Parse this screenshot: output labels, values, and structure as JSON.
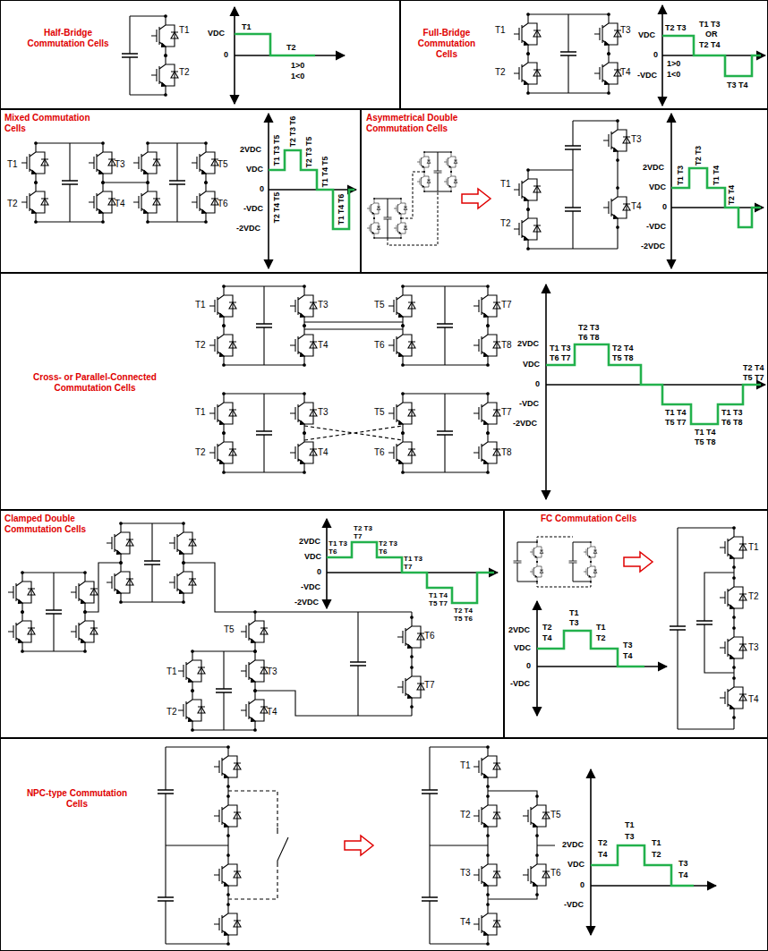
{
  "diagram": {
    "nodes": [
      {
        "text": [
          "Half-Bridge Commutation Cells"
        ]
      },
      {
        "text": [
          "Full-Bridge Commutation Cells"
        ]
      },
      {
        "text": [
          "Mixed Commutation Cells"
        ]
      },
      {
        "text": [
          "Asymmetrical Double Commutation Cells"
        ]
      },
      {
        "text": [
          "Cross- or Parallel-Connected Commutation Cells"
        ]
      },
      {
        "text": [
          "Clamped Double Commutation Cells"
        ]
      },
      {
        "text": [
          "FC Commutation Cells"
        ]
      },
      {
        "text": [
          "NPC-type Commutation Cells"
        ]
      }
    ],
    "labels": [
      "T1",
      "T2",
      "VDC",
      "0",
      "T1",
      "T2",
      "1>0",
      "1<0",
      "T1",
      "T2",
      "T3",
      "T4",
      "VDC",
      "0",
      "-VDC",
      "T2 T3",
      "T1 T3",
      "OR",
      "T2 T4",
      "T3 T4",
      "1>0",
      "1<0",
      "T1",
      "T2",
      "T3",
      "T4",
      "T5",
      "T6",
      "2VDC",
      "VDC",
      "0",
      "-VDC",
      "-2VDC",
      "T1 T3 T5",
      "T2 T4 T5",
      "T2 T3 T6",
      "T2 T3 T5",
      "T1 T4 T5",
      "T1 T4 T6",
      "T1",
      "T2",
      "T3",
      "T4",
      "2VDC",
      "VDC",
      "0",
      "-VDC",
      "-2VDC",
      "T1 T3",
      "T2 T3",
      "T1 T4",
      "T2 T4",
      "T1",
      "T2",
      "T3",
      "T4",
      "T5",
      "T6",
      "T7",
      "T8",
      "T1",
      "T2",
      "T3",
      "T4",
      "T5",
      "T6",
      "T7",
      "T8",
      "2VDC",
      "VDC",
      "0",
      "-VDC",
      "-2VDC",
      "T1 T3",
      "T6 T7",
      "T2 T3",
      "T6 T8",
      "T2 T4",
      "T5 T8",
      "T1 T4",
      "T5 T7",
      "T1 T4",
      "T5 T8",
      "T1 T3",
      "T6 T8",
      "T2 T4",
      "T5 T7",
      "T1",
      "T2",
      "T3",
      "T4",
      "T5",
      "T6",
      "T7",
      "2VDC",
      "VDC",
      "0",
      "-VDC",
      "-2VDC",
      "T1 T3",
      "T6",
      "T2 T3",
      "T7",
      "T2 T3",
      "T6",
      "T1 T3",
      "T7",
      "T1 T4",
      "T5 T7",
      "T2 T4",
      "T5 T6",
      "T1",
      "T2",
      "T3",
      "T4",
      "2VDC",
      "VDC",
      "0",
      "-VDC",
      "T2",
      "T4",
      "T1",
      "T3",
      "T1",
      "T2",
      "T3",
      "T4",
      "T1",
      "T2",
      "T3",
      "T4",
      "T5",
      "T6",
      "2VDC",
      "VDC",
      "0",
      "-VDC",
      "T2",
      "T4",
      "T1",
      "T3",
      "T1",
      "T2",
      "T3",
      "T4"
    ]
  }
}
